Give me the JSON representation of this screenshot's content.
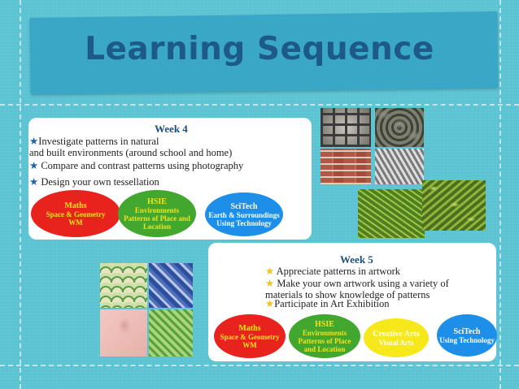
{
  "title": "Learning Sequence",
  "week4": {
    "heading": "Week 4",
    "items": [
      "Investigate patterns in natural",
      "and built environments (around school and home)",
      "Compare and contrast patterns using photography",
      "Design your own tessellation"
    ],
    "ovals": [
      {
        "title": "Maths",
        "lines": [
          "Space & Geometry",
          "WM"
        ],
        "color": "#e8231e",
        "text": "#f6e21a"
      },
      {
        "title": "HSIE",
        "lines": [
          "Environments",
          "Patterns of Place and",
          "Location"
        ],
        "color": "#41a72f",
        "text": "#f6e21a"
      },
      {
        "title": "SciTech",
        "lines": [
          "Earth & Surroundings",
          "Using Technology"
        ],
        "color": "#1e8fe8",
        "text": "#ffffff"
      }
    ]
  },
  "week5": {
    "heading": "Week 5",
    "items": [
      "Appreciate patterns in artwork",
      "Make your own artwork using a variety of",
      "materials to show knowledge of patterns",
      "Participate in Art Exhibition"
    ],
    "ovals": [
      {
        "title": "Maths",
        "lines": [
          "Space & Geometry",
          "WM"
        ],
        "color": "#e8231e",
        "text": "#f6e21a"
      },
      {
        "title": "HSIE",
        "lines": [
          "Environments",
          "Patterns of Place",
          "and Location"
        ],
        "color": "#41a72f",
        "text": "#f6e21a"
      },
      {
        "title": "Creative Arts",
        "lines": [
          "Visual Arts"
        ],
        "color": "#f6e81a",
        "text": "#ffffff"
      },
      {
        "title": "SciTech",
        "lines": [
          "Using Technology"
        ],
        "color": "#1e8fe8",
        "text": "#ffffff"
      }
    ]
  },
  "colors": {
    "background": "#5bc3d2",
    "banner": "#3aa7c6",
    "heading": "#1d4f7c"
  }
}
